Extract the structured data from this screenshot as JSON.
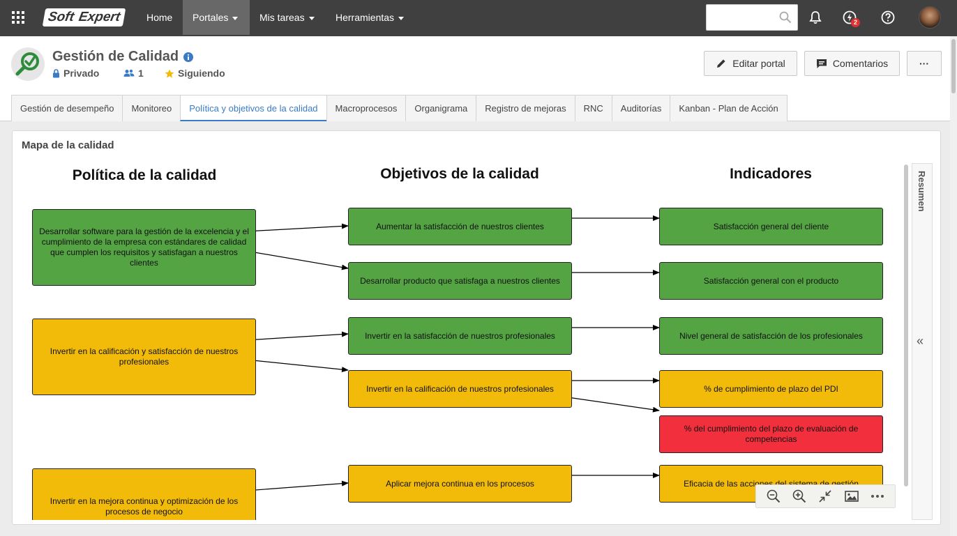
{
  "nav": {
    "logo_part1": "Soft",
    "logo_part2": "Expert",
    "items": [
      {
        "label": "Home"
      },
      {
        "label": "Portales"
      },
      {
        "label": "Mis tareas"
      },
      {
        "label": "Herramientas"
      }
    ],
    "search_placeholder": "",
    "notification_badge": "2"
  },
  "portal": {
    "title": "Gestión de Calidad",
    "privacy": "Privado",
    "members": "1",
    "following": "Siguiendo",
    "edit_button": "Editar portal",
    "comments_button": "Comentarios",
    "more_button": "···"
  },
  "tabs": [
    {
      "label": "Gestión de desempeño"
    },
    {
      "label": "Monitoreo"
    },
    {
      "label": "Política y objetivos de la calidad"
    },
    {
      "label": "Macroprocesos"
    },
    {
      "label": "Organigrama"
    },
    {
      "label": "Registro de mejoras"
    },
    {
      "label": "RNC"
    },
    {
      "label": "Auditorías"
    },
    {
      "label": "Kanban - Plan de Acción"
    }
  ],
  "panel": {
    "title": "Mapa de la calidad",
    "side_label": "Resumen",
    "collapse_glyph": "«"
  },
  "diagram": {
    "columns": {
      "policy": "Política de la calidad",
      "objectives": "Objetivos de la calidad",
      "indicators": "Indicadores"
    },
    "policies": [
      {
        "text": "Desarrollar software para la gestión de la excelencia y el cumplimiento de la empresa con estándares de calidad que cumplen los requisitos y satisfagan a nuestros clientes",
        "status": "green"
      },
      {
        "text": "Invertir en la calificación y satisfacción de nuestros profesionales",
        "status": "yellow"
      },
      {
        "text": "Invertir en la mejora continua y optimización de los procesos de negocio",
        "status": "yellow"
      }
    ],
    "objectives": [
      {
        "text": "Aumentar la satisfacción de nuestros clientes",
        "status": "green"
      },
      {
        "text": "Desarrollar producto que satisfaga a nuestros clientes",
        "status": "green"
      },
      {
        "text": "Invertir en la satisfacción de nuestros profesionales",
        "status": "green"
      },
      {
        "text": "Invertir en la calificación de nuestros profesionales",
        "status": "yellow"
      },
      {
        "text": "Aplicar mejora continua en los procesos",
        "status": "yellow"
      }
    ],
    "indicators": [
      {
        "text": "Satisfacción general del cliente",
        "status": "green"
      },
      {
        "text": "Satisfacción general con el producto",
        "status": "green"
      },
      {
        "text": "Nivel general de satisfacción de los profesionales",
        "status": "green"
      },
      {
        "text": "% de cumplimiento de plazo del PDI",
        "status": "yellow"
      },
      {
        "text": "% del cumplimiento del plazo de evaluación de competencias",
        "status": "red"
      },
      {
        "text": "Eficacia de las acciones del sistema de gestión",
        "status": "yellow"
      }
    ],
    "colors": {
      "green": "#54a444",
      "yellow": "#f2bb0a",
      "red": "#f22f3c"
    }
  }
}
